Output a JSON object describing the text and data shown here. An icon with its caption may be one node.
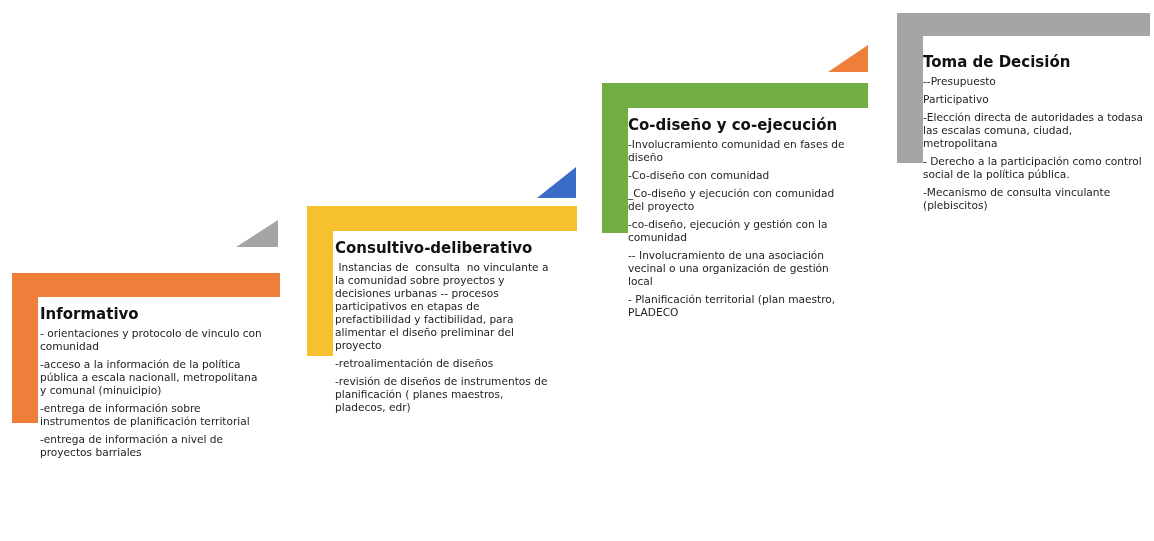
{
  "diagram": {
    "nodes": [
      {
        "text": [
          "Informativo",
          "- orientaciones y protocolo de vinculo con comunidad",
          "-acceso a la información de la política pública a escala nacionall, metropolitana y comunal (minuicipio)",
          "-entrega de información sobre instrumentos de planificación territorial",
          "-entrega de información a nivel de proyectos barriales"
        ]
      },
      {
        "text": [
          "Consultivo-deliberativo",
          " Instancias de  consulta  no vinculante a la comunidad sobre proyectos y decisiones urbanas -- procesos participativos en etapas de prefactibilidad y factibilidad, para alimentar el diseño preliminar del proyecto",
          "-retroalimentación de diseños",
          "-revisión de diseños de instrumentos de planificación ( planes maestros, pladecos, edr)"
        ]
      },
      {
        "text": [
          "Co-diseño y co-ejecución",
          "-Involucramiento comunidad en fases de diseño",
          "-Co-diseño con comunidad",
          "_Co-diseño y ejecución con comunidad del proyecto",
          "-co-diseño, ejecución y gestión con la comunidad",
          "-- Involucramiento de una asociación vecinal o una organización de gestión local",
          "- Planificación territorial (plan maestro, PLADECO"
        ]
      },
      {
        "text": [
          "Toma de Decisión",
          "--Presupuesto",
          "Participativo",
          "-Elección directa de autoridades a todasa las escalas comuna, ciudad, metropolitana",
          "- Derecho a la participación como control social de la política pública.",
          "-Mecanismo de consulta vinculante (plebiscitos)"
        ]
      }
    ]
  }
}
